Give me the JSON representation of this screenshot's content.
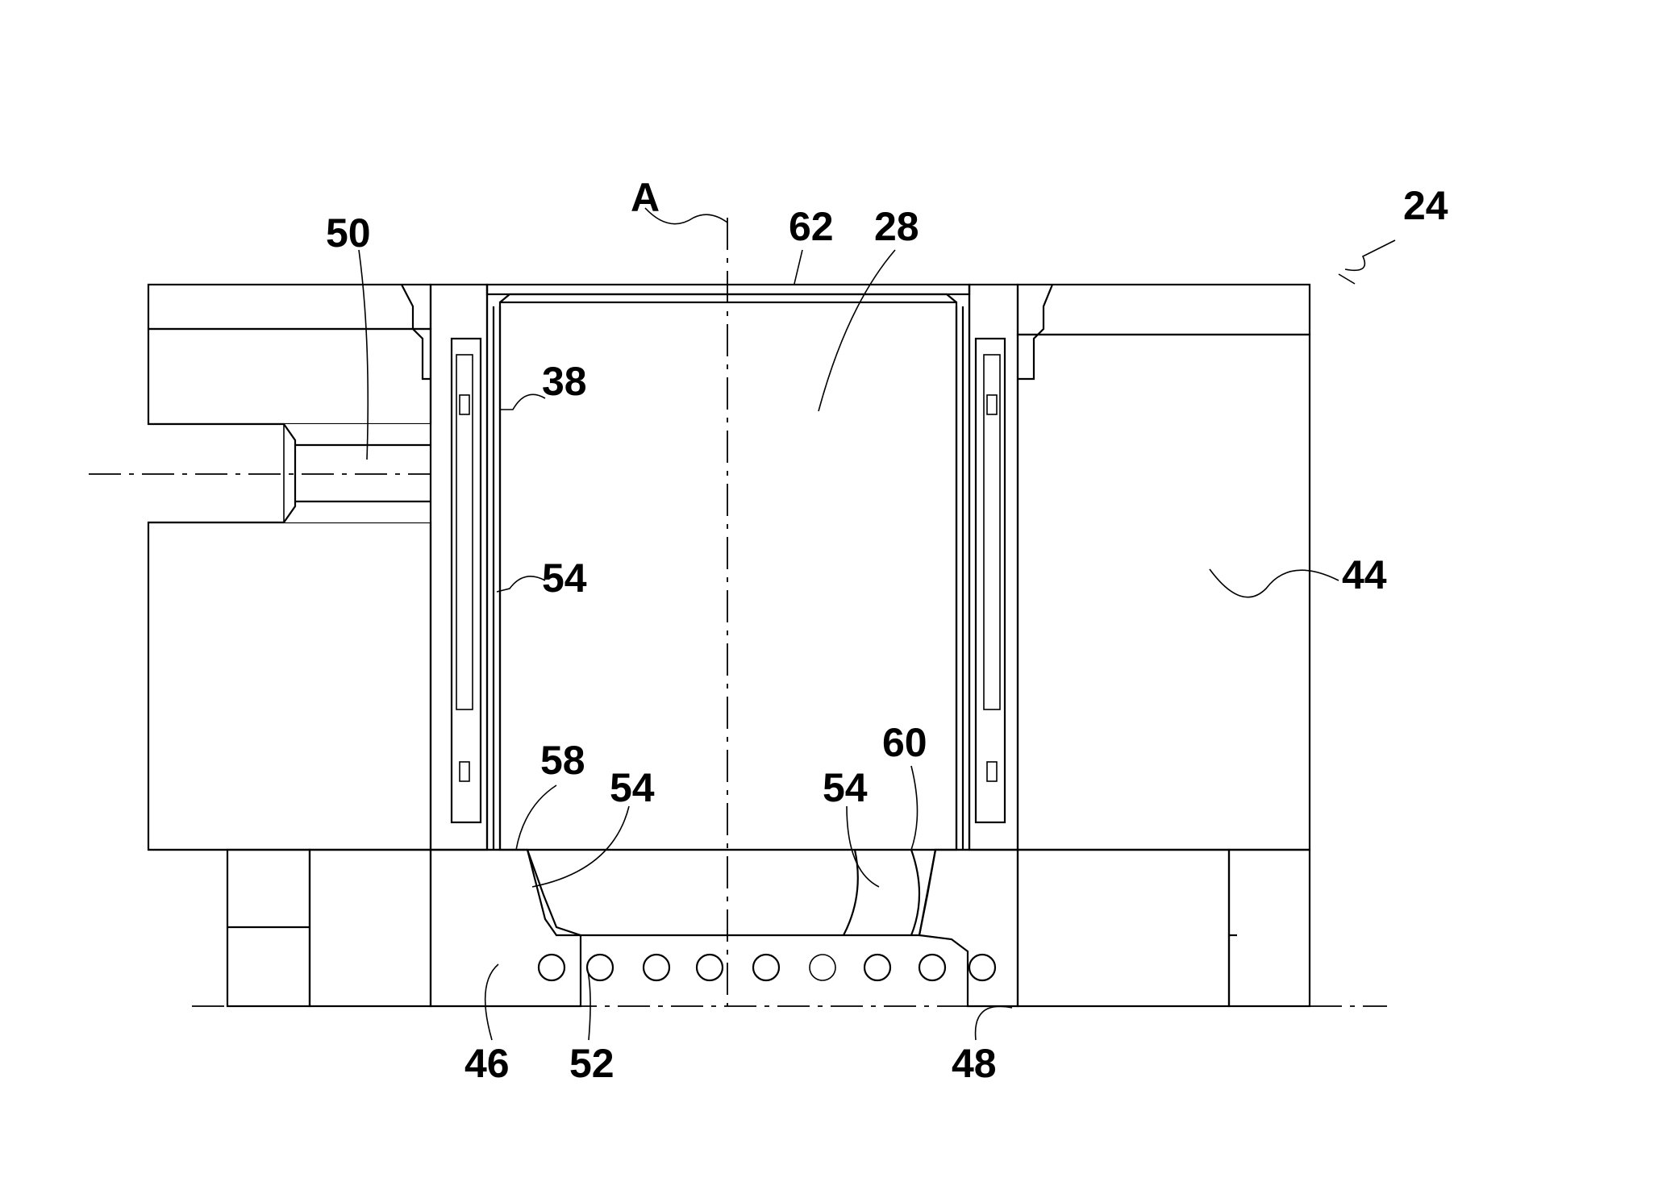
{
  "figure": {
    "reference_labels": {
      "axis": "A",
      "l24": "24",
      "l28": "28",
      "l38": "38",
      "l44": "44",
      "l46": "46",
      "l48": "48",
      "l50": "50",
      "l52": "52",
      "l54_mid": "54",
      "l54_left": "54",
      "l54_right": "54",
      "l58": "58",
      "l60": "60",
      "l62": "62"
    }
  }
}
